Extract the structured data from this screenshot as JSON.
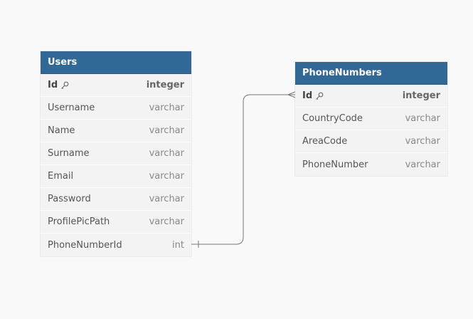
{
  "tables": [
    {
      "name": "Users",
      "columns": [
        {
          "name": "Id",
          "type": "integer",
          "pk": true
        },
        {
          "name": "Username",
          "type": "varchar",
          "pk": false
        },
        {
          "name": "Name",
          "type": "varchar",
          "pk": false
        },
        {
          "name": "Surname",
          "type": "varchar",
          "pk": false
        },
        {
          "name": "Email",
          "type": "varchar",
          "pk": false
        },
        {
          "name": "Password",
          "type": "varchar",
          "pk": false
        },
        {
          "name": "ProfilePicPath",
          "type": "varchar",
          "pk": false
        },
        {
          "name": "PhoneNumberId",
          "type": "int",
          "pk": false
        }
      ]
    },
    {
      "name": "PhoneNumbers",
      "columns": [
        {
          "name": "Id",
          "type": "integer",
          "pk": true
        },
        {
          "name": "CountryCode",
          "type": "varchar",
          "pk": false
        },
        {
          "name": "AreaCode",
          "type": "varchar",
          "pk": false
        },
        {
          "name": "PhoneNumber",
          "type": "varchar",
          "pk": false
        }
      ]
    }
  ],
  "relationship": {
    "from_table": "Users",
    "from_column": "PhoneNumberId",
    "from_cardinality": "one",
    "to_table": "PhoneNumbers",
    "to_column": "Id",
    "to_cardinality": "many"
  },
  "colors": {
    "header": "#316896",
    "row": "#f3f3f3",
    "background": "#f9f9fa",
    "connector": "#777777"
  },
  "icons": {
    "primary_key": "key-icon"
  }
}
